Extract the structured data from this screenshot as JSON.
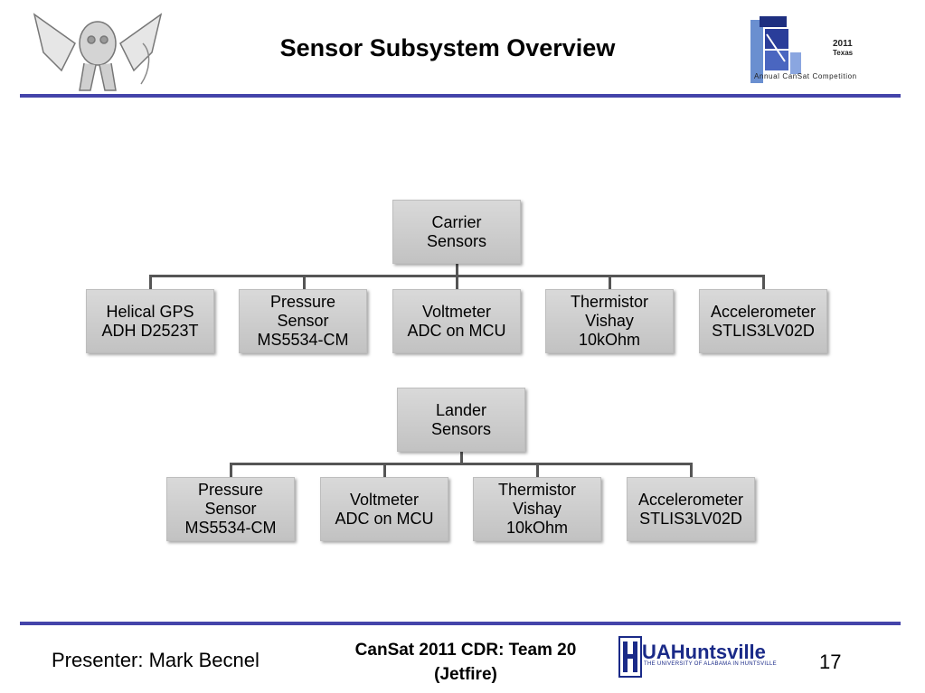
{
  "slide": {
    "title": "Sensor Subsystem Overview"
  },
  "competition_logo": {
    "year": "2011",
    "state": "Texas",
    "name": "Annual CanSat Competition"
  },
  "carrier": {
    "root": [
      "Carrier",
      "Sensors"
    ],
    "children": [
      [
        "Helical GPS",
        "ADH D2523T"
      ],
      [
        "Pressure",
        "Sensor",
        "MS5534-CM"
      ],
      [
        "Voltmeter",
        "ADC on MCU"
      ],
      [
        "Thermistor",
        "Vishay",
        "10kOhm"
      ],
      [
        "Accelerometer",
        "STLIS3LV02D"
      ]
    ]
  },
  "lander": {
    "root": [
      "Lander",
      "Sensors"
    ],
    "children": [
      [
        "Pressure",
        "Sensor",
        "MS5534-CM"
      ],
      [
        "Voltmeter",
        "ADC on MCU"
      ],
      [
        "Thermistor",
        "Vishay",
        "10kOhm"
      ],
      [
        "Accelerometer",
        "STLIS3LV02D"
      ]
    ]
  },
  "footer": {
    "presenter": "Presenter: Mark Becnel",
    "center_line1": "CanSat 2011 CDR:  Team 20",
    "center_line2": "(Jetfire)",
    "university_logo": "UAHuntsville",
    "university_sub": "THE UNIVERSITY OF ALABAMA IN HUNTSVILLE",
    "page_number": "17"
  },
  "colors": {
    "rule": "#4444aa",
    "node_fill": "#c8c8c8",
    "connector": "#555555"
  }
}
